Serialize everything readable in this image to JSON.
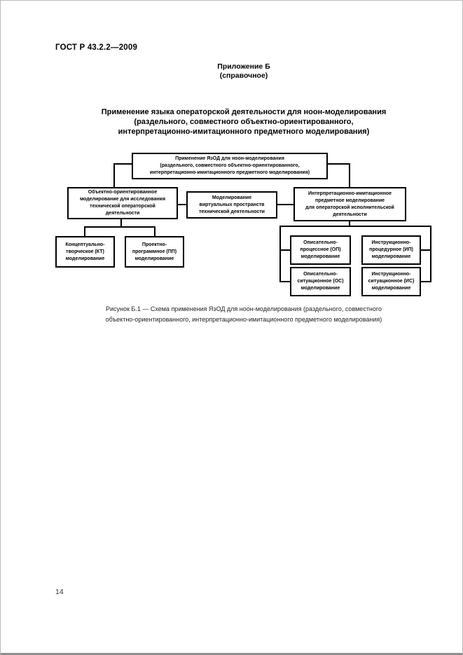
{
  "doc": {
    "header": "ГОСТ Р 43.2.2—2009",
    "appendix_label": "Приложение Б",
    "appendix_type": "(справочное)",
    "title_lines": [
      "Применение языка операторской деятельности для ноон-моделирования",
      "(раздельного, совместного объектно-ориентированного,",
      "интерпретационно-имитационного предметного моделирования)"
    ],
    "page_number": "14"
  },
  "diagram": {
    "top_box": {
      "lines": [
        "Применение ЯзОД для ноон-моделирования",
        "(раздельного, совместного объектно-ориентированного,",
        "интерпретационно-имитационного предметного моделирования)"
      ]
    },
    "level2": {
      "left": {
        "lines": [
          "Объектно-ориентированное",
          "моделирование для исследования",
          "технической операторской",
          "деятельности"
        ]
      },
      "middle": {
        "lines": [
          "Моделирование",
          "виртуальных пространств",
          "технической деятельности"
        ]
      },
      "right": {
        "lines": [
          "Интерпретационно-имитационное",
          "предметное моделирование",
          "для операторской исполнительской",
          "деятельности"
        ]
      }
    },
    "level3": {
      "kt": {
        "lines": [
          "Концептуально-",
          "творческое (КТ)",
          "моделирование"
        ]
      },
      "pp": {
        "lines": [
          "Проектно-",
          "программное (ПП)",
          "моделирование"
        ]
      },
      "op": {
        "lines": [
          "Описательно-",
          "процессное (ОП)",
          "моделирование"
        ]
      },
      "ip": {
        "lines": [
          "Инструкционно-",
          "процедурное (ИП)",
          "моделирование"
        ]
      },
      "os": {
        "lines": [
          "Описательно-",
          "ситуационное (ОС)",
          "моделирование"
        ]
      },
      "is": {
        "lines": [
          "Инструкционно-",
          "ситуационное (ИС)",
          "моделирование"
        ]
      }
    }
  },
  "caption": {
    "lines": [
      "Рисунок Б.1 — Схема применения ЯзОД для ноон-моделирования (раздельного, совместного",
      "объектно-ориентированного, интерпретационно-имитационного предметного моделирования)"
    ]
  },
  "colors": {
    "ink": "#000000",
    "paper": "#ffffff"
  }
}
